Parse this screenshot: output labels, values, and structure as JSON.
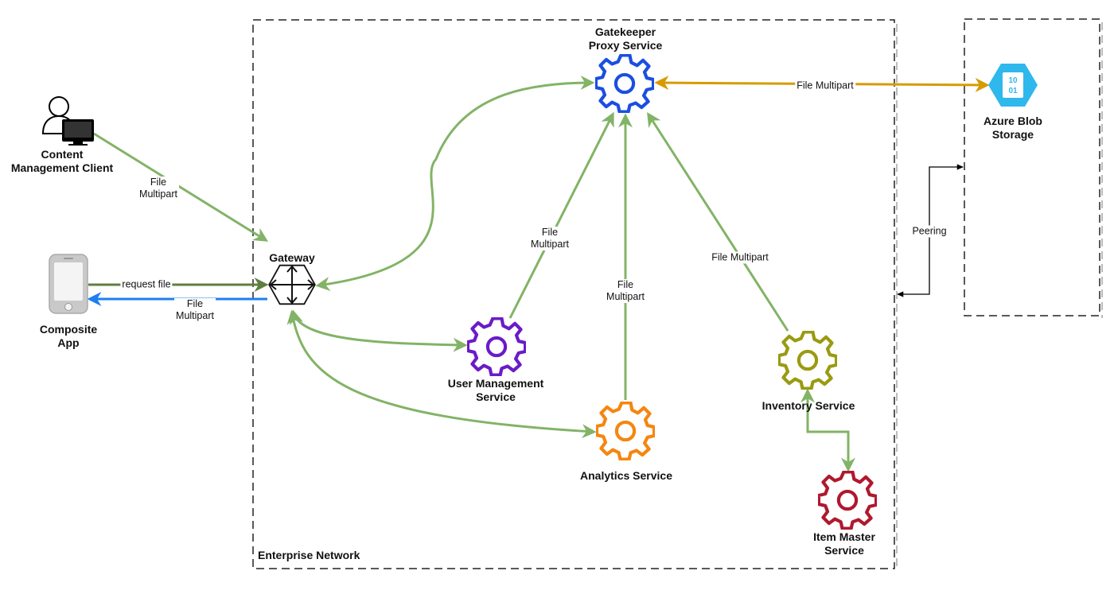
{
  "regions": {
    "enterprise": "Enterprise Network"
  },
  "nodes": {
    "cms_client": {
      "label": "Content\nManagement Client",
      "icon": "user-computer-icon"
    },
    "composite_app": {
      "label": "Composite\nApp",
      "icon": "mobile-phone-icon"
    },
    "gateway": {
      "label": "Gateway",
      "icon": "gateway-icon"
    },
    "gatekeeper": {
      "label": "Gatekeeper\nProxy Service",
      "icon": "gear-icon",
      "color": "#1a4fe0"
    },
    "user_mgmt": {
      "label": "User Management\nService",
      "icon": "gear-icon",
      "color": "#6a1bc8"
    },
    "analytics": {
      "label": "Analytics Service",
      "icon": "gear-icon",
      "color": "#f5860f"
    },
    "inventory": {
      "label": "Inventory Service",
      "icon": "gear-icon",
      "color": "#9a9a12"
    },
    "item_master": {
      "label": "Item Master\nService",
      "icon": "gear-icon",
      "color": "#b0182e"
    },
    "azure_blob": {
      "label": "Azure Blob\nStorage",
      "icon": "blob-storage-icon",
      "color": "#2fb8ec"
    }
  },
  "edge_labels": {
    "cms_to_gateway": "File\nMultipart",
    "app_request": "request file",
    "gateway_to_app": "File\nMultipart",
    "user_to_gatekeeper": "File\nMultipart",
    "analytics_to_gatekeeper": "File\nMultipart",
    "inventory_to_gatekeeper": "File Multipart",
    "gatekeeper_blob": "File Multipart",
    "peering": "Peering"
  },
  "colors": {
    "green_arrow": "#82b366",
    "blue_arrow": "#1d7ff0",
    "orange_arrow": "#d79b00",
    "dark_green_arrow": "#5f7f3f",
    "black": "#000000"
  }
}
